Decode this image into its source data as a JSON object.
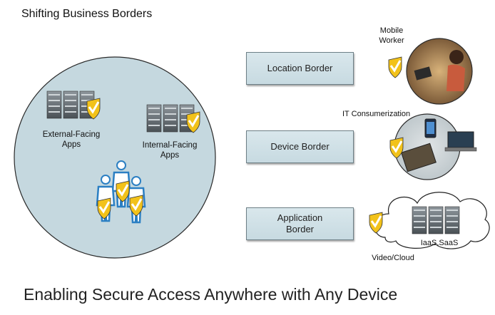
{
  "title": "Shifting Business Borders",
  "footer": "Enabling Secure Access Anywhere with Any Device",
  "left_circle": {
    "external_label": "External-Facing Apps",
    "internal_label": "Internal-Facing Apps"
  },
  "borders": [
    {
      "label": "Location Border"
    },
    {
      "label": "Device Border"
    },
    {
      "label": "Application Border"
    }
  ],
  "right": {
    "mobile_worker": "Mobile Worker",
    "it_consumerization": "IT Consumerization",
    "cloud_label": "IaaS,SaaS",
    "video_cloud": "Video/Cloud"
  },
  "colors": {
    "circle_fill": "#c5d8df",
    "circle_stroke": "#2a2a2a",
    "box_fill": "#d2e2e8",
    "shield_yellow": "#f2c21a",
    "people_blue": "#2b7fc3"
  }
}
